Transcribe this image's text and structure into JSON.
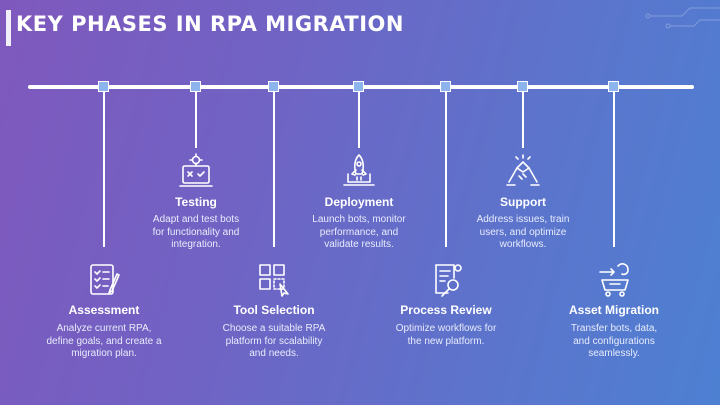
{
  "slide": {
    "title": "KEY PHASES IN RPA MIGRATION",
    "colors": {
      "background_start": "#7f58bd",
      "background_end": "#4d80d2",
      "node_fill": "#8db4ec",
      "line": "#ffffff",
      "text": "#ffffff"
    }
  },
  "phases": [
    {
      "title": "Assessment",
      "icon": "checklist-icon",
      "desc": [
        "Analyze current RPA,",
        "define goals, and create a",
        "migration plan."
      ]
    },
    {
      "title": "Testing",
      "icon": "laptop-gear-icon",
      "desc": [
        "Adapt and test bots",
        "for functionality and",
        "integration."
      ]
    },
    {
      "title": "Tool Selection",
      "icon": "grid-selection-icon",
      "desc": [
        "Choose a suitable RPA",
        "platform for scalability",
        "and needs."
      ]
    },
    {
      "title": "Deployment",
      "icon": "rocket-laptop-icon",
      "desc": [
        "Launch bots, monitor",
        "performance, and",
        "validate results."
      ]
    },
    {
      "title": "Process Review",
      "icon": "document-search-icon",
      "desc": [
        "Optimize workflows for",
        "the new platform."
      ]
    },
    {
      "title": "Support",
      "icon": "handshake-icon",
      "desc": [
        "Address issues, train",
        "users, and optimize",
        "workflows."
      ]
    },
    {
      "title": "Asset Migration",
      "icon": "transfer-cart-icon",
      "desc": [
        "Transfer bots, data,",
        "and configurations",
        "seamlessly."
      ]
    }
  ]
}
